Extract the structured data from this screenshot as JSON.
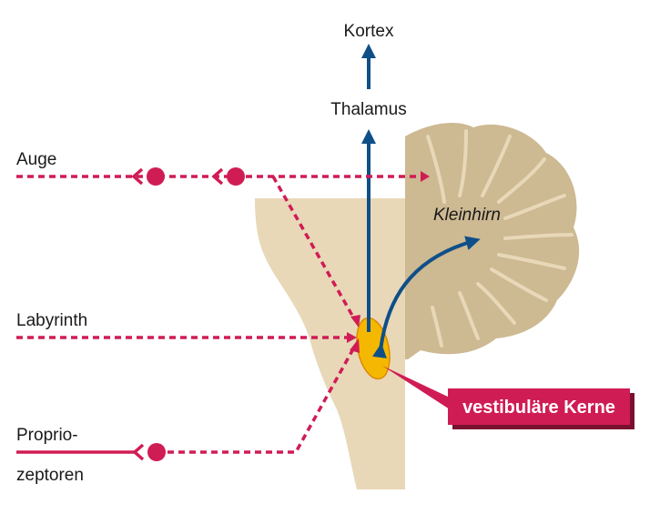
{
  "labels": {
    "kortex": "Kortex",
    "thalamus": "Thalamus",
    "auge": "Auge",
    "labyrinth": "Labyrinth",
    "proprio_line1": "Proprio-",
    "proprio_line2": "zeptoren",
    "kleinhirn": "Kleinhirn",
    "vestibular_nuclei": "vestibuläre Kerne"
  },
  "colors": {
    "afferent_pathway": "#d01c55",
    "efferent_pathway": "#0f4f88",
    "brainstem_fill": "#e8d8b8",
    "cerebellum_fill": "#cdb992",
    "nuclei_fill": "#f5b800",
    "callout_fill": "#d01c55"
  }
}
